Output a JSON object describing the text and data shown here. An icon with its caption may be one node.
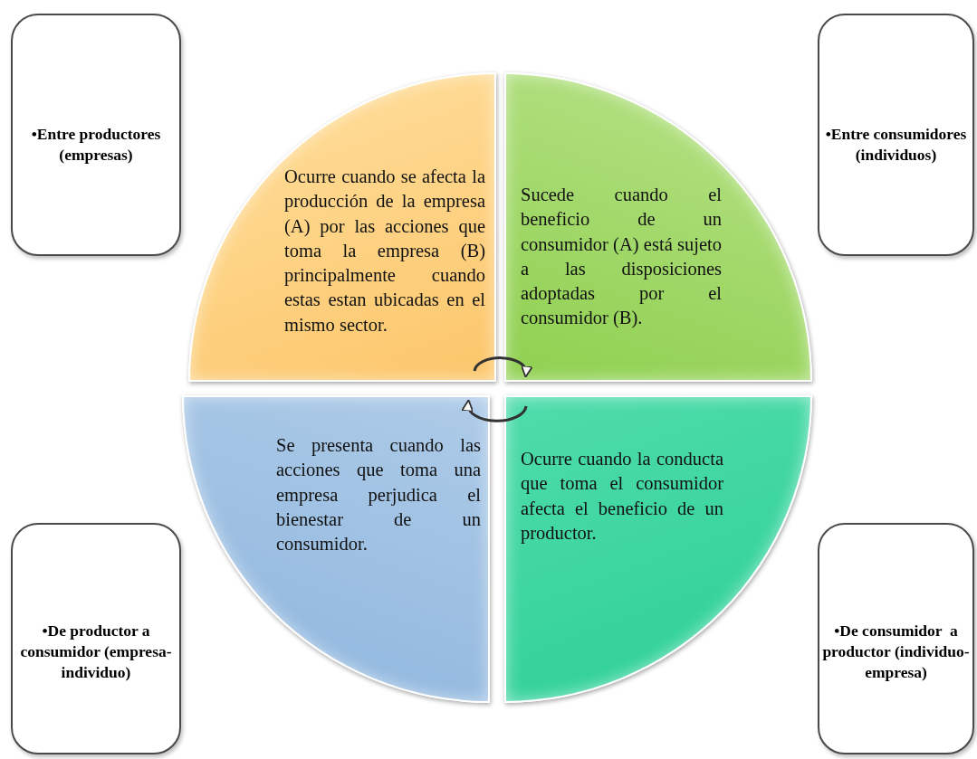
{
  "diagram": {
    "nodes": [
      {
        "text": [
          "•Entre productores (empresas)"
        ]
      },
      {
        "text": [
          "•Entre consumidores (individuos)"
        ]
      },
      {
        "text": [
          "Ocurre cuando se afecta la producción de la empresa (A) por las acciones que toma la empresa (B) principalmente cuando estas estan ubicadas en el mismo sector."
        ]
      },
      {
        "text": [
          "Sucede cuando el beneficio de un consumidor (A) está sujeto a las disposiciones adoptadas por el consumidor (B)."
        ]
      },
      {
        "text": [
          "Se presenta cuando las acciones que toma una empresa perjudica el bienestar de un consumidor."
        ]
      },
      {
        "text": [
          "Ocurre cuando la conducta que toma el consumidor afecta el beneficio de un productor."
        ]
      },
      {
        "text": [
          "•De productor a consumidor (empresa-individuo)"
        ]
      },
      {
        "text": [
          "•De consumidor  a productor (individuo-empresa)"
        ]
      }
    ],
    "edges": [
      {
        "from": 2,
        "to": 3,
        "arrow": "to"
      },
      {
        "from": 5,
        "to": 4,
        "arrow": "to"
      }
    ]
  }
}
